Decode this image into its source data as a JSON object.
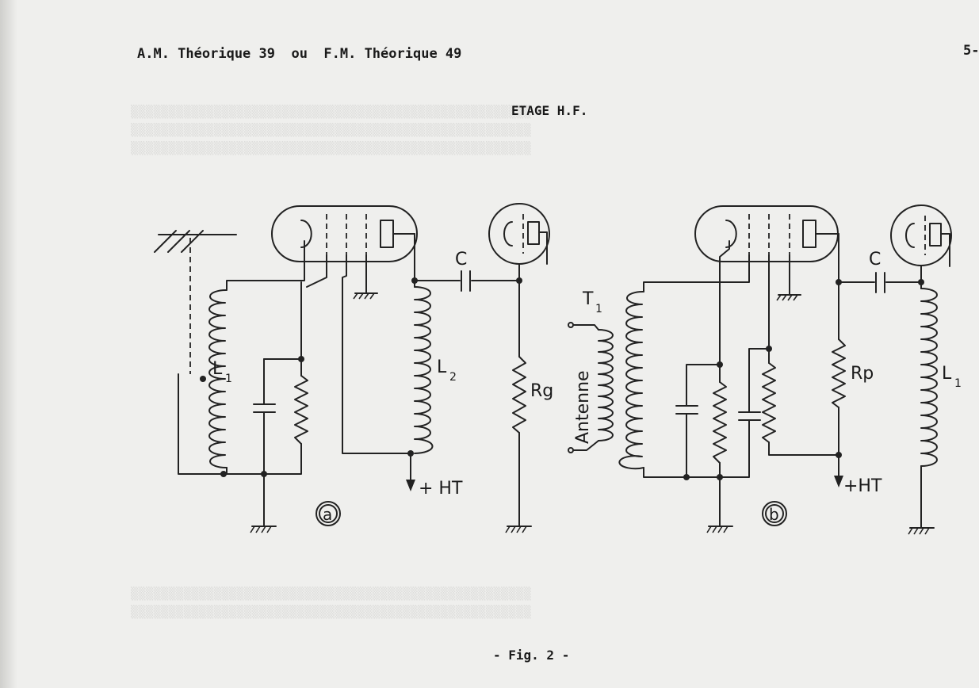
{
  "header": {
    "left_title": "A.M. Théorique 39  ou  F.M. Théorique 49",
    "page_number": "5-"
  },
  "section_title": "ETAGE H.F.",
  "figure": {
    "caption": "- Fig. 2 -",
    "circuit_a": {
      "marker": "a",
      "labels": {
        "l1": "L",
        "l1_sub": "1",
        "l2": "L",
        "l2_sub": "2",
        "c": "C",
        "rg": "Rg",
        "ht": "+ HT"
      }
    },
    "circuit_b": {
      "marker": "b",
      "labels": {
        "t1": "T",
        "t1_sub": "1",
        "antenne": "Antenne",
        "c": "C",
        "rp": "Rp",
        "l1": "L",
        "l1_sub": "1",
        "ht": "+HT"
      }
    }
  }
}
